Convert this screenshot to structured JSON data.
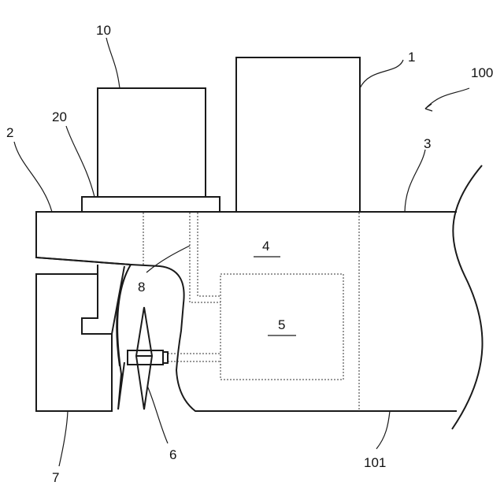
{
  "labels": {
    "block_1": "1",
    "hull_2": "2",
    "hull_3": "3",
    "compartment_4": "4",
    "unit_5": "5",
    "propeller_6": "6",
    "rudder_7": "7",
    "shaft_8": "8",
    "engine_10": "10",
    "base_20": "20",
    "vessel_100": "100",
    "bottom_101": "101"
  }
}
